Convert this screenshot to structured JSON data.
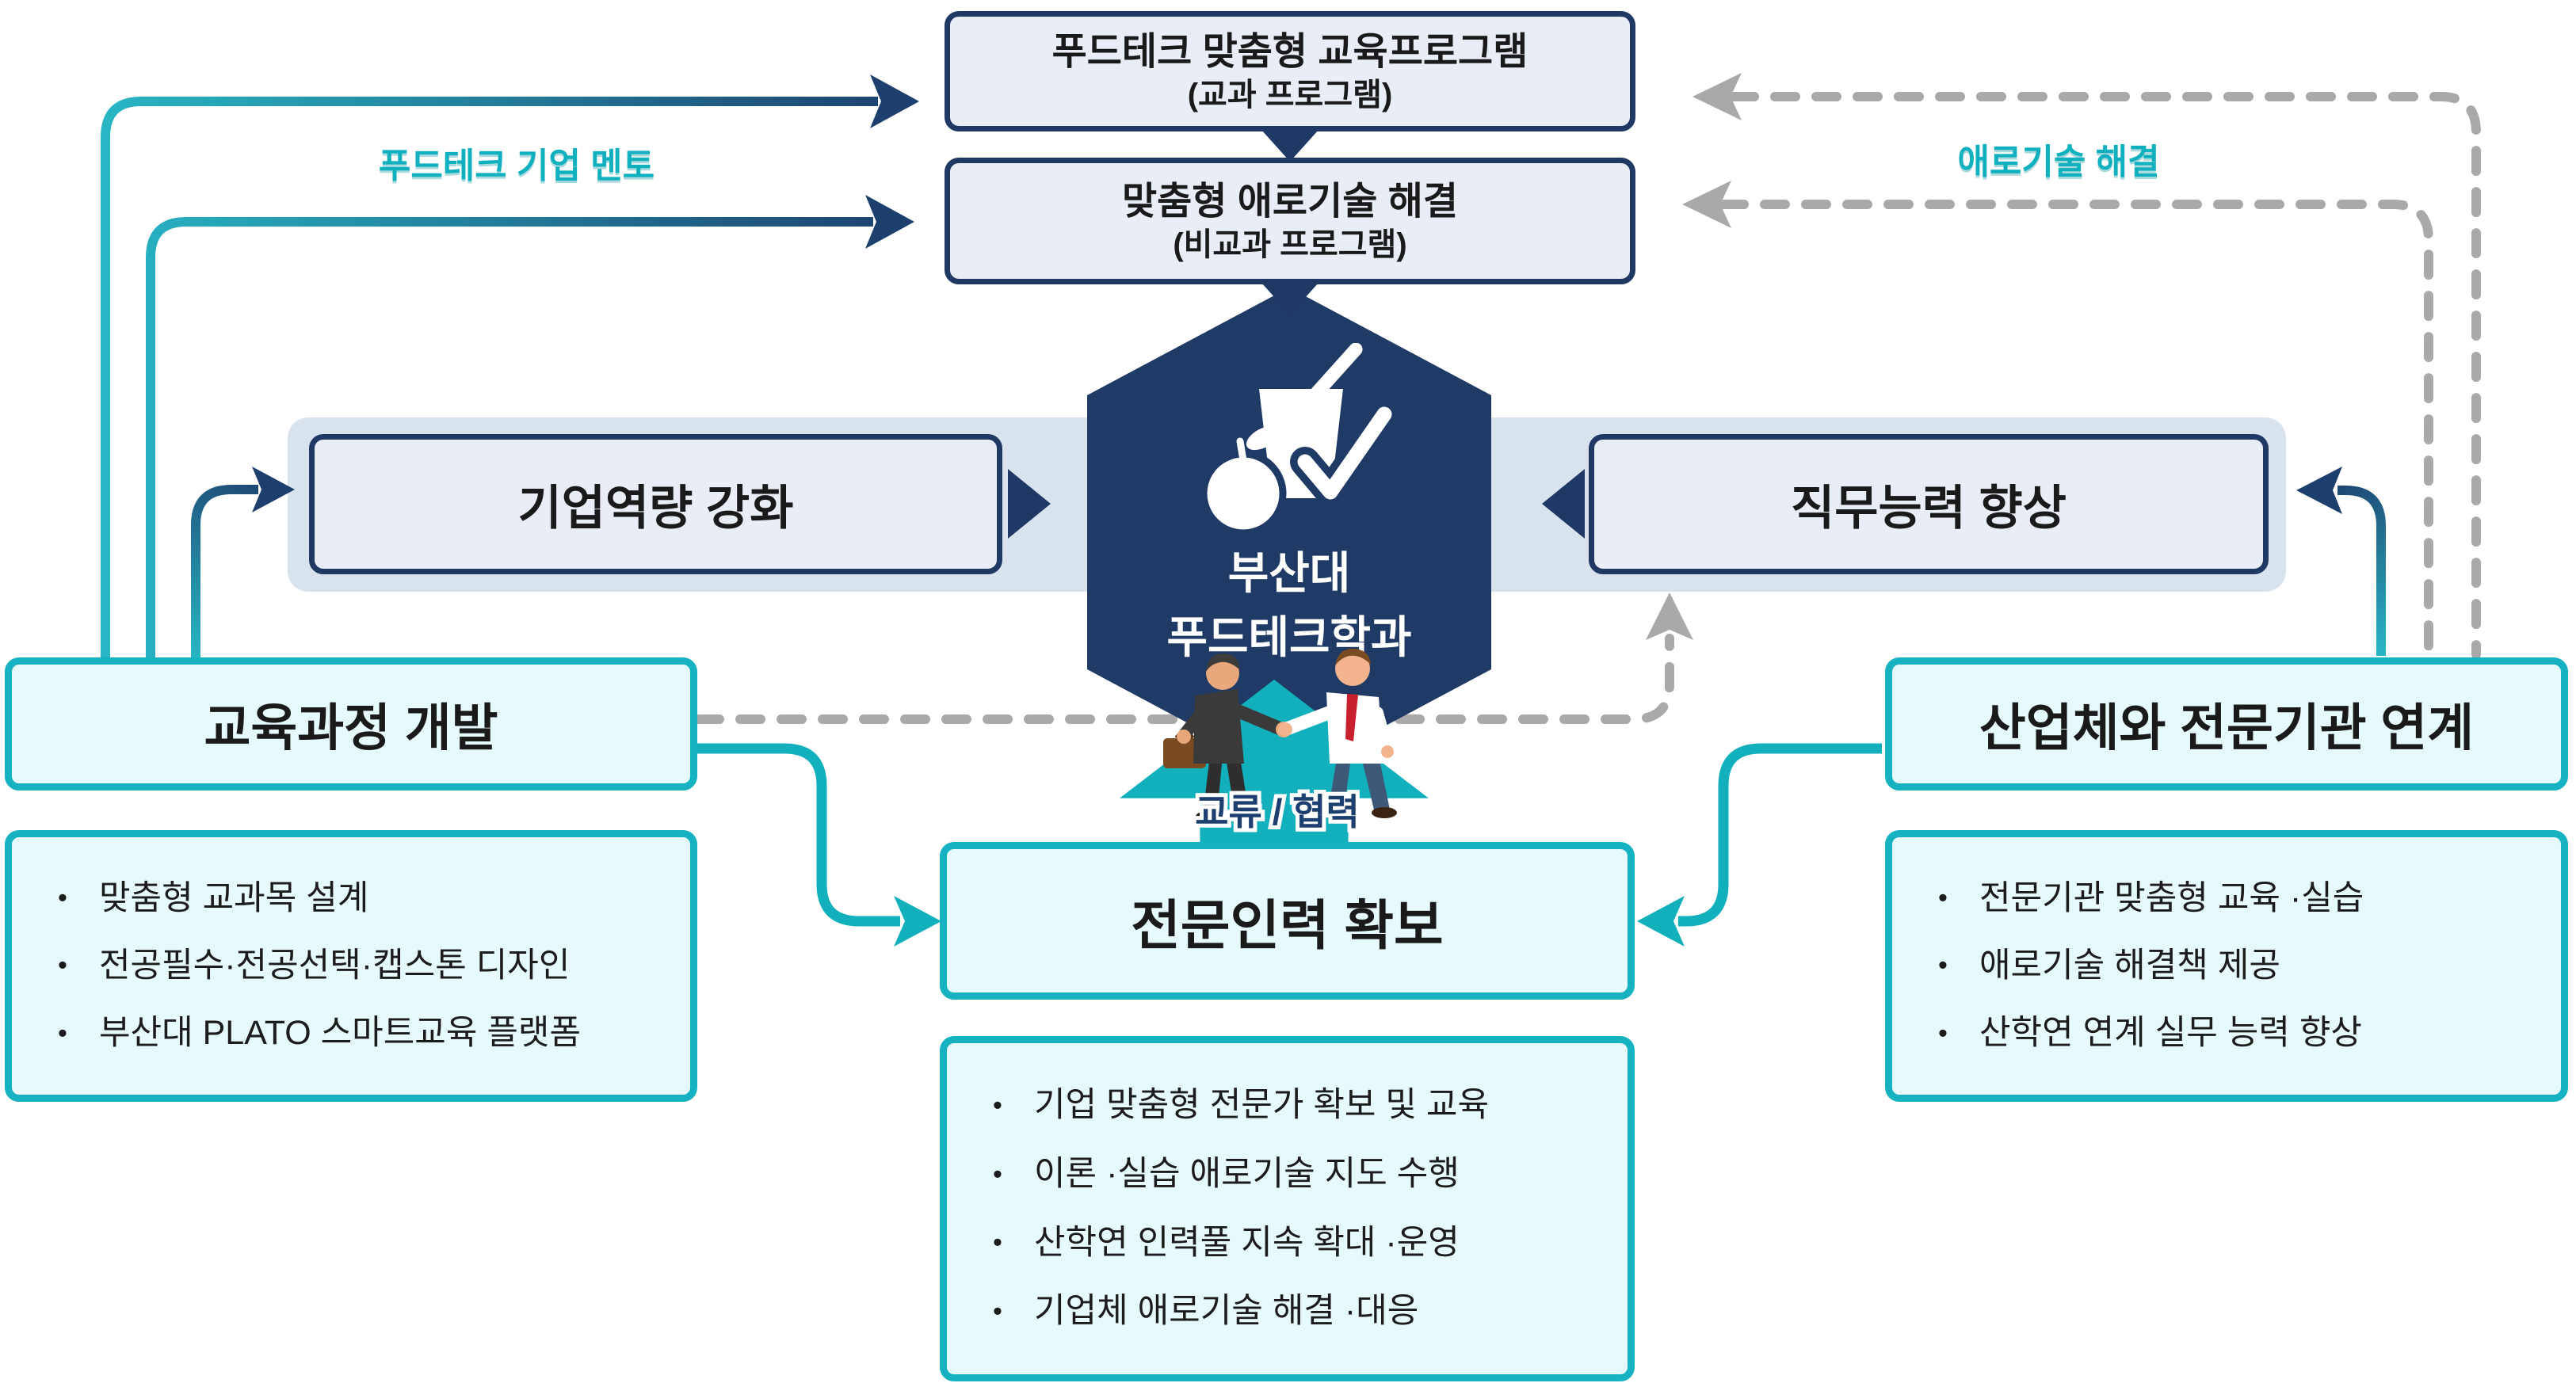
{
  "top_flow": {
    "box1": {
      "title": "푸드테크 맞춤형 교육프로그램",
      "subtitle": "(교과 프로그램)"
    },
    "box2": {
      "title": "맞춤형 애로기술 해결",
      "subtitle": "(비교과 프로그램)"
    },
    "left_label": "푸드테크 기업 멘토",
    "right_label": "애로기술 해결"
  },
  "center": {
    "hexagon": {
      "line1": "부산대",
      "line2": "푸드테크학과"
    },
    "band": {
      "left_box": "기업역량 강화",
      "right_box": "직무능력 향상"
    },
    "exchange_label": "교류 / 협력"
  },
  "left_column": {
    "title": "교육과정 개발",
    "items": [
      "맞춤형 교과목 설계",
      "전공필수·전공선택·캡스톤 디자인",
      "부산대 PLATO  스마트교육 플랫폼"
    ]
  },
  "right_column": {
    "title": "산업체와 전문기관 연계",
    "items": [
      "전문기관 맞춤형 교육 ·실습",
      "애로기술 해결책 제공",
      "산학연 연계 실무 능력 향상"
    ]
  },
  "bottom_center": {
    "title": "전문인력 확보",
    "items": [
      "기업 맞춤형 전문가 확보 및 교육",
      "이론 ·실습 애로기술 지도 수행",
      "산학연  인력풀 지속 확대 ·운영",
      "기업체  애로기술 해결 ·대응"
    ]
  },
  "colors": {
    "navy": "#1f3864",
    "navy_box_fill": "#e9edf5",
    "band_fill": "#d9e3ed",
    "teal_border": "#16b2c1",
    "teal_box_fill": "#e6f9fb",
    "teal_arrow": "#12b0bd",
    "dashed_gray": "#a9a9a9",
    "pill_text_teal": "#10b0be",
    "exchange_text_navy": "#1c3f6f"
  }
}
